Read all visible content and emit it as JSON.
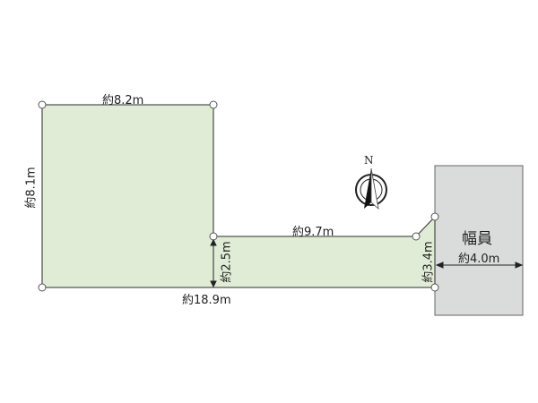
{
  "dimensions": {
    "top_left": "約8.2m",
    "left": "約8.1m",
    "bottom": "約18.9m",
    "step": "約2.5m",
    "middle": "約9.7m",
    "right": "約3.4m"
  },
  "road": {
    "label": "幅員",
    "width": "約4.0m"
  },
  "compass": {
    "label": "N"
  },
  "colors": {
    "lot_fill": "#e1ecd6",
    "road_fill": "#dadbdb",
    "line": "#555555"
  }
}
